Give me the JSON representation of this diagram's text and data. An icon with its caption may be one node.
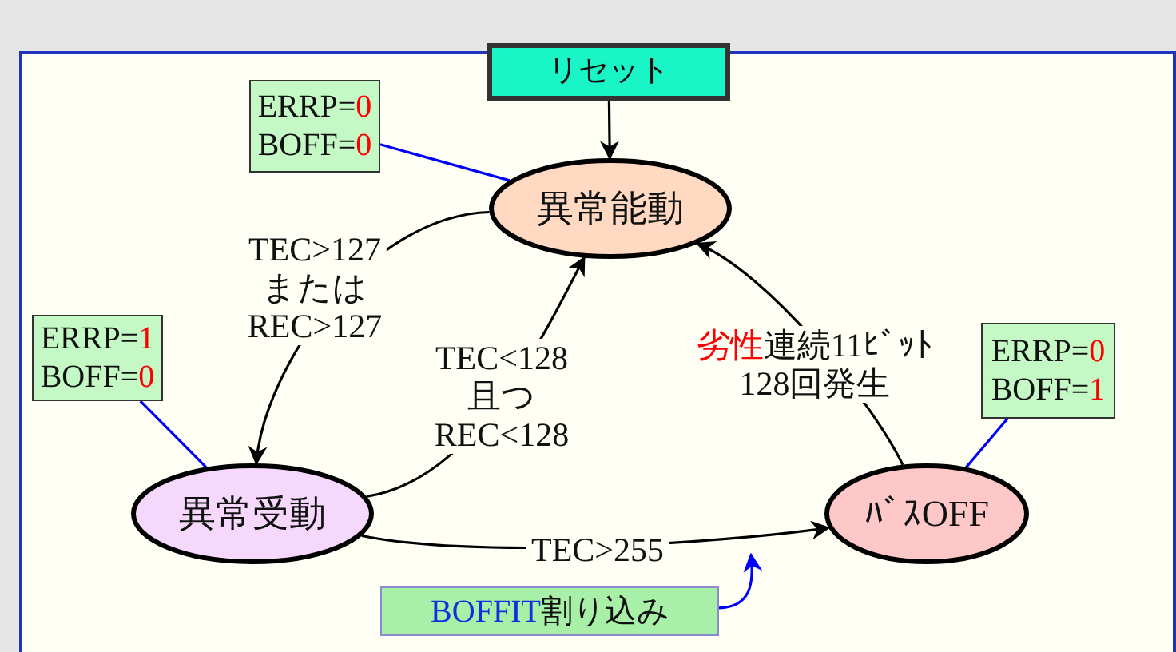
{
  "diagram": {
    "nodes": [
      {
        "text": [
          "リセット"
        ]
      },
      {
        "text": [
          "ERRP=0",
          "BOFF=0"
        ]
      },
      {
        "text": [
          "異常能動"
        ]
      },
      {
        "text": [
          "ERRP=1",
          "BOFF=0"
        ]
      },
      {
        "text": [
          "異常受動"
        ]
      },
      {
        "text": [
          "ERRP=0",
          "BOFF=1"
        ]
      },
      {
        "text": [
          "ﾊﾞｽOFF"
        ]
      },
      {
        "text": [
          "BOFFIT",
          "割り込み"
        ]
      }
    ],
    "edges": [
      {
        "from": 0,
        "to": 2,
        "arrow": "to"
      },
      {
        "from": 1,
        "to": 2,
        "arrow": "none",
        "color": "#0000ff"
      },
      {
        "from": 2,
        "to": 4,
        "arrow": "to",
        "label": "TEC>127 または REC>127"
      },
      {
        "from": 4,
        "to": 2,
        "arrow": "to",
        "label": "TEC<128 且つ REC<128"
      },
      {
        "from": 3,
        "to": 4,
        "arrow": "none",
        "color": "#0000ff"
      },
      {
        "from": 6,
        "to": 2,
        "arrow": "to",
        "label": "劣性連続11ﾋﾞｯﾄ 128回発生"
      },
      {
        "from": 5,
        "to": 6,
        "arrow": "none",
        "color": "#0000ff"
      },
      {
        "from": 4,
        "to": 6,
        "arrow": "to",
        "label": "TEC>255"
      },
      {
        "from": 7,
        "to": null,
        "arrow": "to",
        "color": "#0000ff"
      }
    ]
  }
}
